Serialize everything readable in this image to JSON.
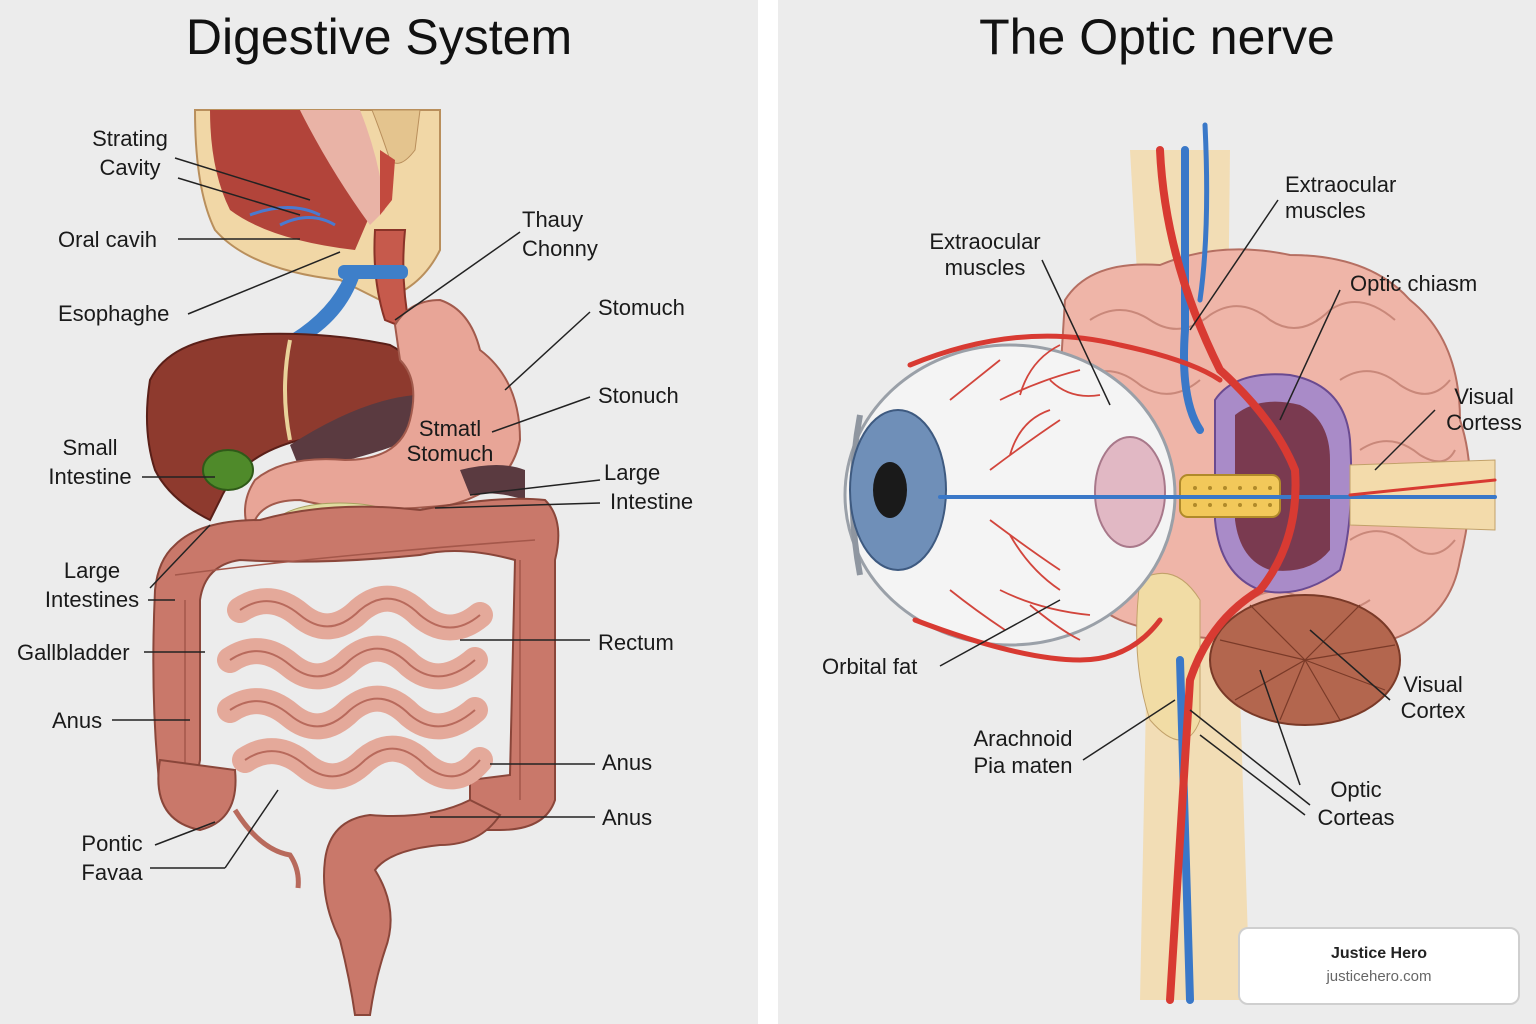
{
  "digestive": {
    "title": "Digestive System",
    "labels": {
      "strating_cavity": [
        "Strating",
        "Cavity"
      ],
      "oral_cavity": [
        "Oral cavih"
      ],
      "esophagus": [
        "Esophaghe"
      ],
      "small_intestine": [
        "Small",
        "Intestine"
      ],
      "large_intestines_left": [
        "Large",
        "Intestines"
      ],
      "gallbladder": [
        "Gallbladder"
      ],
      "anus_left": [
        "Anus"
      ],
      "pontic_favaa": [
        "Pontic",
        "Favaa"
      ],
      "thauy_chonny": [
        "Thauy",
        "Chonny"
      ],
      "stomach_top": [
        "Stomuch"
      ],
      "stomach_mid": [
        "Stonuch"
      ],
      "stomach_inner": [
        "Stmatl",
        "Stomuch"
      ],
      "large_intestine_right": [
        "Large",
        "Intestine"
      ],
      "rectum": [
        "Rectum"
      ],
      "anus_right_1": [
        "Anus"
      ],
      "anus_right_2": [
        "Anus"
      ]
    }
  },
  "optic": {
    "title": "The Optic nerve",
    "labels": {
      "extraocular_top": [
        "Extraocular",
        "muscles"
      ],
      "extraocular_left": [
        "Extraocular",
        "muscles"
      ],
      "optic_chiasm": [
        "Optic chiasm"
      ],
      "visual_cortess": [
        "Visual",
        "Cortess"
      ],
      "orbital_fat": [
        "Orbital fat"
      ],
      "visual_cortex": [
        "Visual",
        "Cortex"
      ],
      "arachnoid": [
        "Arachnoid",
        "Pia maten"
      ],
      "optic_corteas": [
        "Optic",
        "Corteas"
      ]
    }
  },
  "badge": {
    "name": "Justice Hero",
    "url": "justicehero.com"
  },
  "colors": {
    "panel_bg": "#ececec",
    "liver": "#8e3a2e",
    "stomach": "#e8a597",
    "intestine": "#c9786a",
    "artery": "#d83a32",
    "vein": "#3a78c8",
    "nerve": "#f0d49a",
    "brain": "#efb5a8"
  }
}
